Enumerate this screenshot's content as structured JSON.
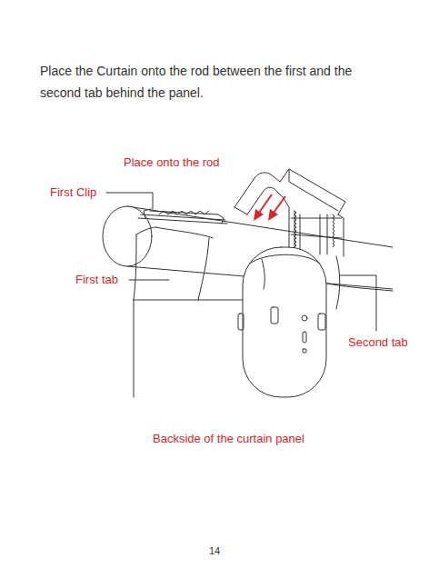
{
  "diagram": {
    "labels": [
      "Place the Curtain onto the rod between the first and the second tab behind the panel.",
      "Place onto the rod",
      "First Clip",
      "First tab",
      "Second tab",
      "Backside of the curtain panel",
      "14"
    ]
  }
}
